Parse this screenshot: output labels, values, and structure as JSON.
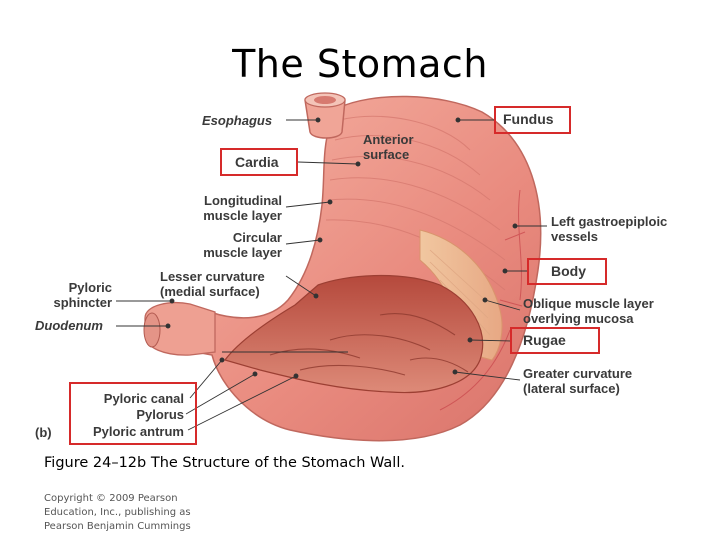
{
  "title": "The Stomach",
  "labels": {
    "esophagus": "Esophagus",
    "fundus": "Fundus",
    "anterior_surface": [
      "Anterior",
      "surface"
    ],
    "cardia": "Cardia",
    "longitudinal": [
      "Longitudinal",
      "muscle layer"
    ],
    "circular": [
      "Circular",
      "muscle layer"
    ],
    "left_gastro": [
      "Left gastroepiploic",
      "vessels"
    ],
    "lesser_curvature": [
      "Lesser curvature",
      "(medial surface)"
    ],
    "body": "Body",
    "pyloric_sphincter": [
      "Pyloric",
      "sphincter"
    ],
    "oblique": [
      "Oblique muscle layer",
      "overlying mucosa"
    ],
    "duodenum": "Duodenum",
    "rugae": "Rugae",
    "greater_curvature": [
      "Greater curvature",
      "(lateral surface)"
    ],
    "pyloric_canal": "Pyloric canal",
    "pylorus": "Pylorus",
    "pyloric_antrum": "Pyloric antrum",
    "panel": "(b)"
  },
  "caption": "Figure 24–12b The Structure of the Stomach Wall.",
  "copyright": [
    "Copyright © 2009 Pearson",
    "Education, Inc., publishing as",
    "Pearson Benjamin Cummings"
  ],
  "colors": {
    "highlight_box": "#d62a2a",
    "muscle": "#e9928a",
    "mucosa": "#c96050",
    "leader": "#333333"
  }
}
